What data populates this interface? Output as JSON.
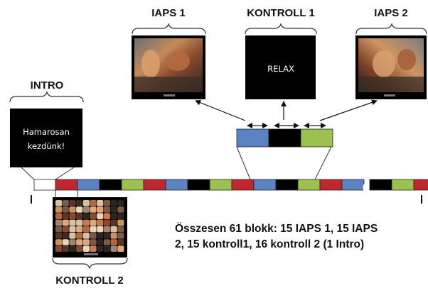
{
  "labels": {
    "iaps1": "IAPS 1",
    "kontroll1": "KONTROLL 1",
    "iaps2": "IAPS 2",
    "intro": "INTRO",
    "kontroll2": "KONTROLL 2"
  },
  "screens": {
    "relax": "RELAX",
    "intro_line1": "Hamarosan",
    "intro_line2": "kezdünk!"
  },
  "summary": {
    "line1": "Összesen 61 blokk: 15 IAPS 1, 15 IAPS",
    "line2": "2, 15 kontroll1, 16 kontroll 2 (1 Intro)"
  },
  "colors": {
    "iaps1": "#5b83c4",
    "kontroll1": "#000000",
    "iaps2": "#9bc24e",
    "kontroll2": "#c0282d",
    "intro": "#ffffff"
  },
  "timeline": {
    "blocks": [
      "intro",
      "kontroll2",
      "iaps1",
      "kontroll1",
      "iaps2",
      "kontroll2",
      "iaps1",
      "kontroll1",
      "iaps2",
      "kontroll2",
      "iaps1",
      "kontroll1",
      "iaps2",
      "kontroll2",
      "iaps1",
      "break",
      "kontroll1",
      "iaps2",
      "kontroll2"
    ]
  },
  "zoom_blocks": [
    "iaps1",
    "kontroll1",
    "iaps2"
  ]
}
